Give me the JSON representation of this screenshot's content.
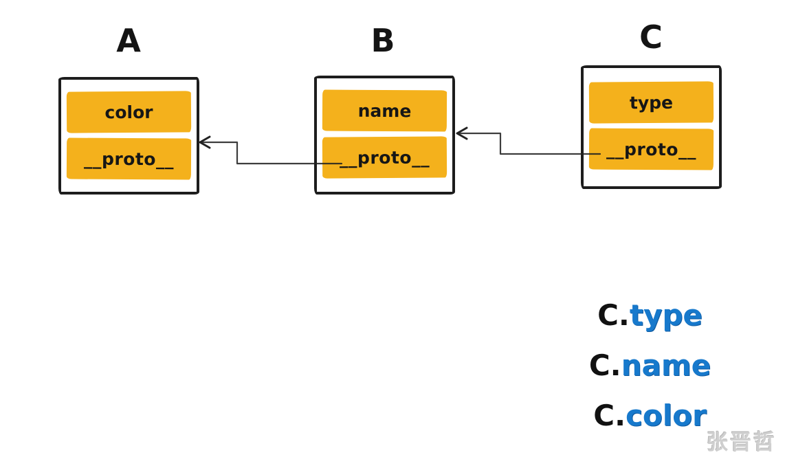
{
  "diagram": {
    "objects": [
      {
        "label": "A",
        "property": "color",
        "proto": "__proto__"
      },
      {
        "label": "B",
        "property": "name",
        "proto": "__proto__"
      },
      {
        "label": "C",
        "property": "type",
        "proto": "__proto__"
      }
    ],
    "expressions": [
      {
        "object": "C.",
        "property": "type"
      },
      {
        "object": "C.",
        "property": "name"
      },
      {
        "object": "C.",
        "property": "color"
      }
    ],
    "watermark": "张晋哲"
  },
  "colors": {
    "cell_fill": "#F4B11C",
    "box_border": "#1d1d1d",
    "arrow": "#222222",
    "expression_object": "#111111",
    "expression_property": "#1779CC",
    "watermark": "#cfcfcf"
  }
}
